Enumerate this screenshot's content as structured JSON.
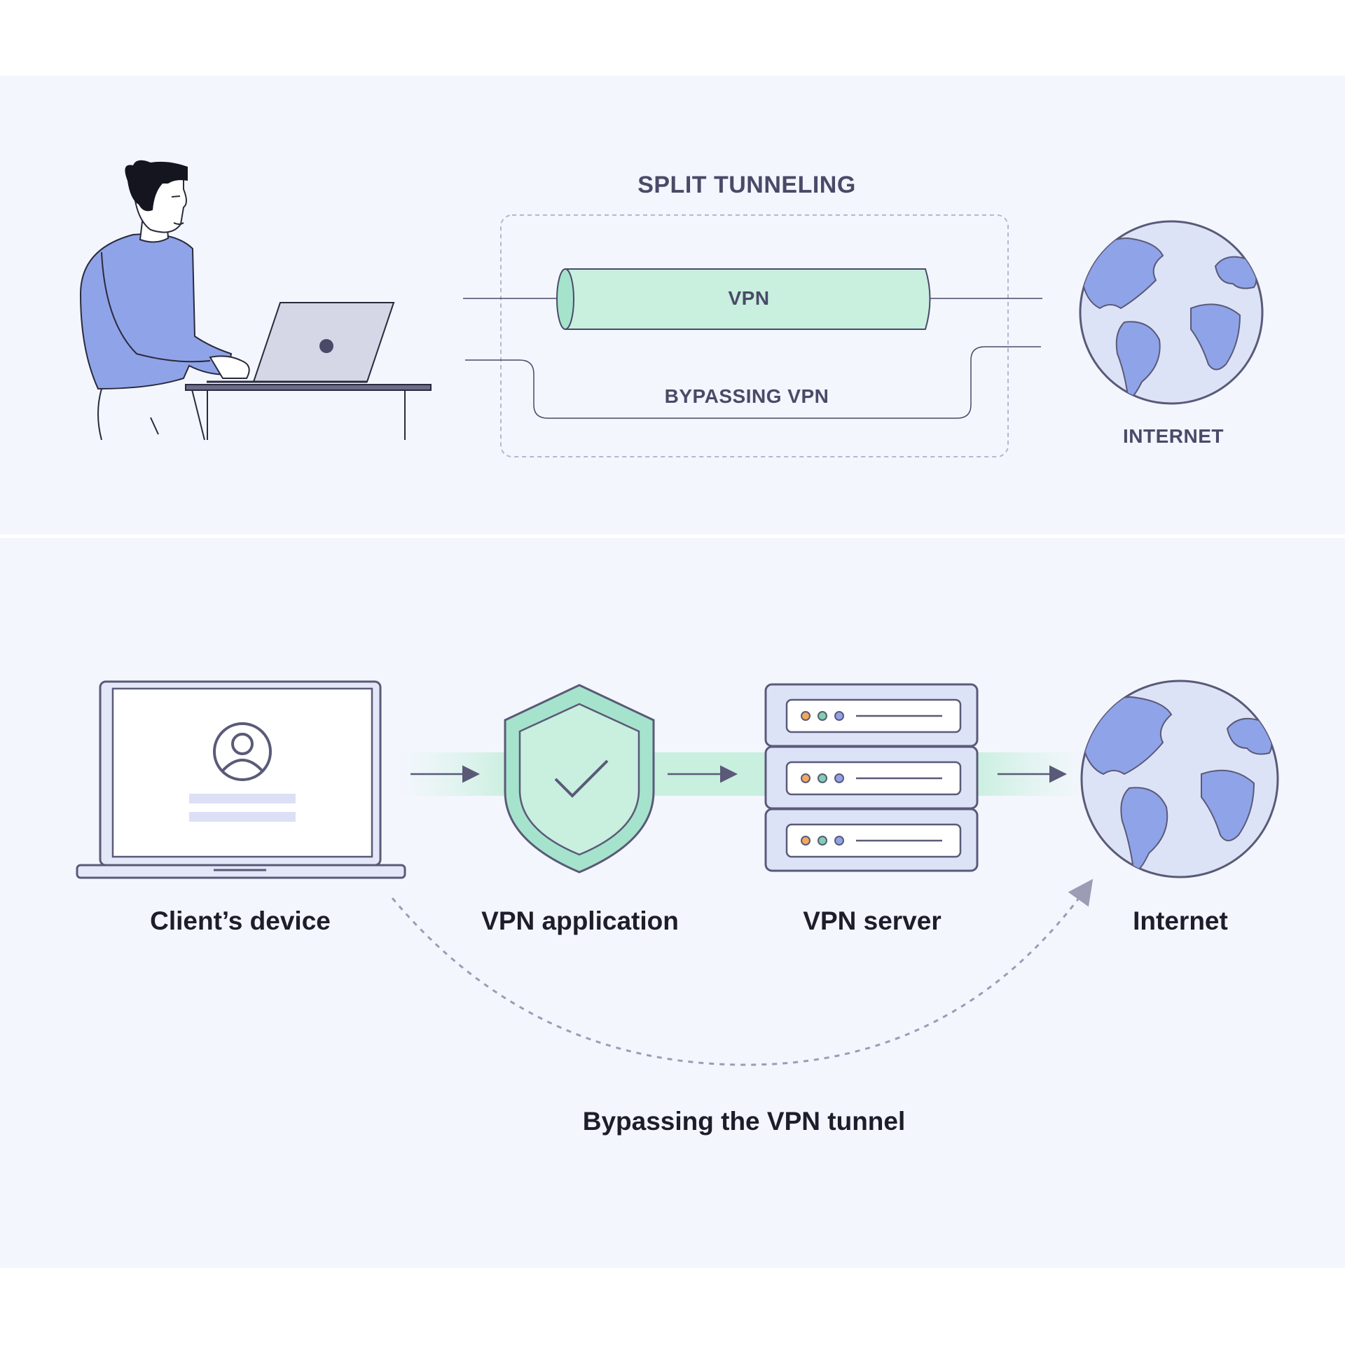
{
  "top_diagram": {
    "title": "SPLIT TUNNELING",
    "tunnel_label": "VPN",
    "bypass_label": "BYPASSING VPN",
    "internet_label": "INTERNET"
  },
  "bottom_diagram": {
    "nodes": [
      {
        "label": "Client’s device",
        "icon": "laptop-user-icon"
      },
      {
        "label": "VPN application",
        "icon": "shield-check-icon"
      },
      {
        "label": "VPN server",
        "icon": "server-rack-icon"
      },
      {
        "label": "Internet",
        "icon": "globe-icon"
      }
    ],
    "bypass_caption": "Bypassing the VPN tunnel"
  },
  "colors": {
    "panel_bg": "#f3f6fd",
    "accent_blue": "#8fa3e8",
    "globe_light": "#dde3f7",
    "tunnel_green": "#c9efdf",
    "shield_green": "#a6e3cc",
    "outline": "#5a5a78",
    "text_dark": "#1d1d2b"
  }
}
